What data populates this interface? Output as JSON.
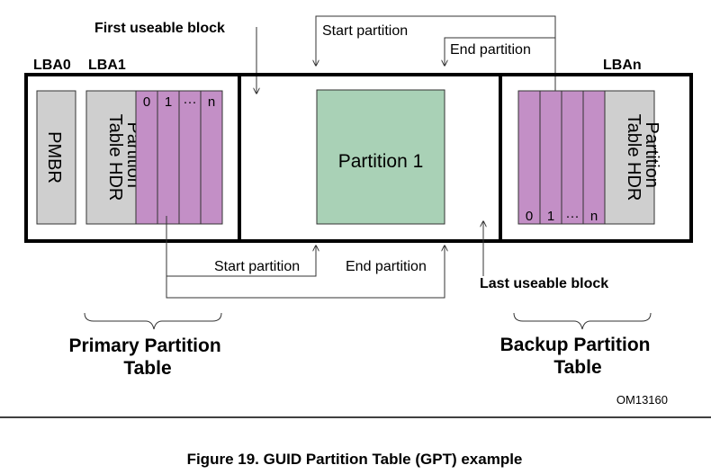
{
  "labels": {
    "lba0": "LBA0",
    "lba1": "LBA1",
    "lban": "LBAn",
    "first_useable_block": "First useable block",
    "last_useable_block": "Last useable block",
    "start_partition_top": "Start partition",
    "end_partition_top": "End partition",
    "start_partition_bottom": "Start partition",
    "end_partition_bottom": "End partition",
    "pmbr": "PMBR",
    "partition_table_hdr_primary": [
      "Partition",
      "Table HDR"
    ],
    "partition_table_hdr_backup": [
      "Partition",
      "Table HDR"
    ],
    "partition_1": "Partition 1",
    "entries_primary": [
      "0",
      "1",
      "···",
      "n"
    ],
    "entries_backup": [
      "0",
      "1",
      "···",
      "n"
    ],
    "primary_partition_table": [
      "Primary Partition",
      "Table"
    ],
    "backup_partition_table": [
      "Backup Partition",
      "Table"
    ],
    "figure_id": "OM13160"
  },
  "caption": "Figure 19. GUID Partition Table (GPT) example",
  "colors": {
    "pmbr_fill": "#cfcfcf",
    "header_fill": "#cfcfcf",
    "entries_fill": "#c38fc6",
    "partition_fill": "#a9d1b6",
    "border": "#000000"
  }
}
